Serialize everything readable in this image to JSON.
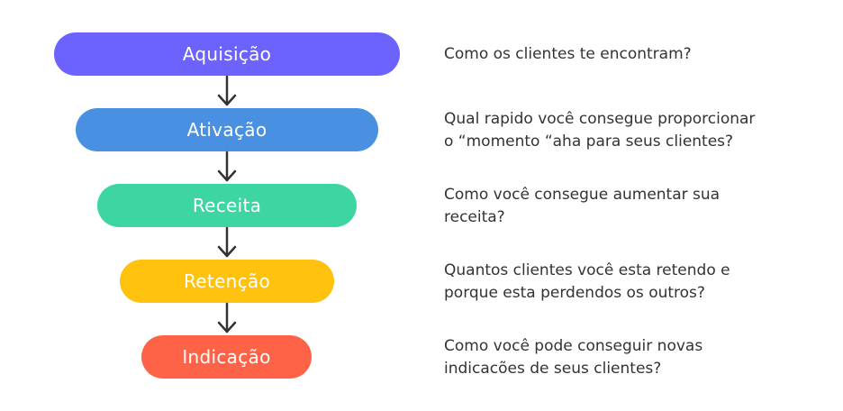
{
  "stages": [
    {
      "label": "Aquisição",
      "color": "#6c63ff",
      "question": "Como os clientes te encontram?"
    },
    {
      "label": "Ativação",
      "color": "#4a90e2",
      "question": "Qual rapido você consegue proporcionar\no “momento “aha para seus clientes?"
    },
    {
      "label": "Receita",
      "color": "#3dd6a3",
      "question": "Como você consegue aumentar sua\nreceita?"
    },
    {
      "label": "Retenção",
      "color": "#ffc20e",
      "question": "Quantos clientes você esta retendo e\nporque esta perdendos os outros?"
    },
    {
      "label": "Indicação",
      "color": "#ff6347",
      "question": "Como você pode conseguir novas\nindicacões de seus clientes?"
    }
  ]
}
